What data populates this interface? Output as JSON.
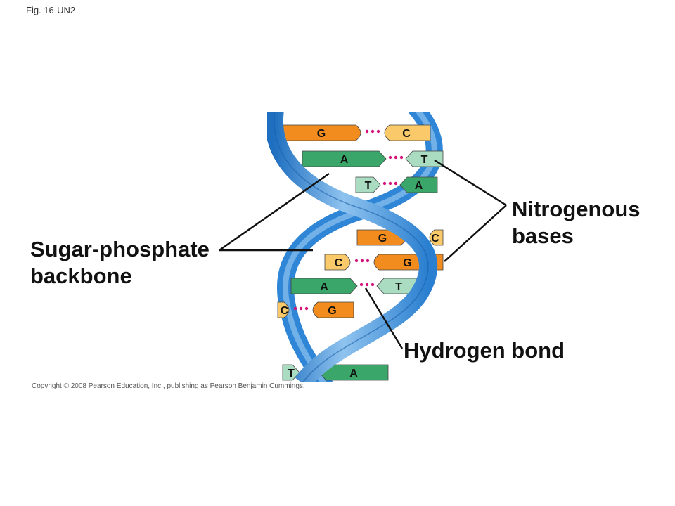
{
  "figure_label": "Fig. 16-UN2",
  "copyright": "Copyright © 2008 Pearson Education, Inc., publishing as Pearson Benjamin Cummings.",
  "labels": {
    "sugar_phosphate": [
      "Sugar-phosphate",
      "backbone"
    ],
    "nitrogenous": [
      "Nitrogenous",
      "bases"
    ],
    "hydrogen_bond": "Hydrogen bond"
  },
  "base_pairs": [
    {
      "left": "G",
      "right": "C"
    },
    {
      "left": "A",
      "right": "T"
    },
    {
      "left": "T",
      "right": "A"
    },
    {
      "left": "G",
      "right": "C"
    },
    {
      "left": "C",
      "right": "G"
    },
    {
      "left": "A",
      "right": "T"
    },
    {
      "left": "C",
      "right": "G"
    },
    {
      "left": "T",
      "right": "A"
    }
  ],
  "colors": {
    "G": "#f28c1e",
    "C": "#f9c96a",
    "A": "#3aa66a",
    "T": "#a9dcc0",
    "backbone": "#2f86d6",
    "backbone_light": "#8fc3ef",
    "hbond_dots": "#d4147a",
    "leader_lines": "#111111"
  }
}
